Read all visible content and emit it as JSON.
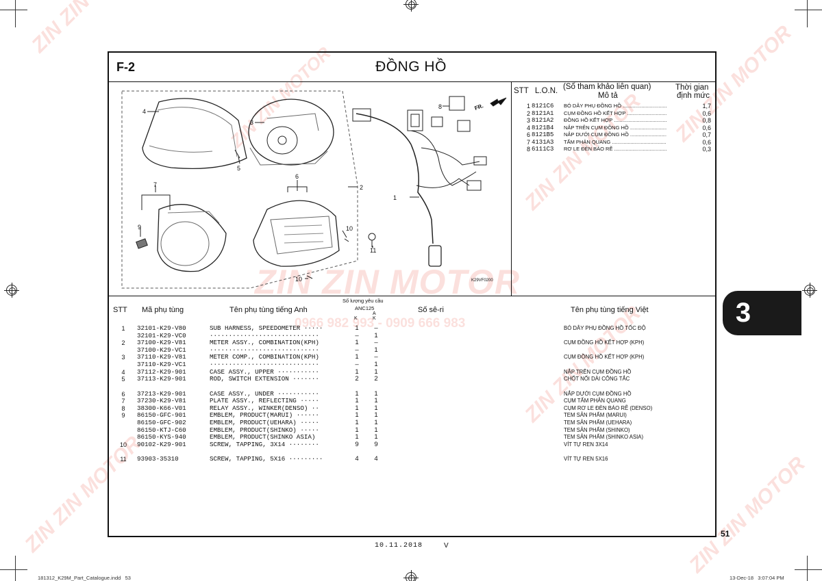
{
  "header": {
    "section_code": "F-2",
    "title": "ĐỒNG HỒ"
  },
  "diagram": {
    "callouts": [
      "1",
      "2",
      "3",
      "4",
      "5",
      "6",
      "7",
      "8",
      "9",
      "10",
      "10",
      "11"
    ],
    "direction_label": "FR.",
    "figure_code": "K29VF0200"
  },
  "reference_table": {
    "headers": {
      "stt": "STT",
      "lon": "L.O.N.",
      "desc_top": "(Số tham khảo liên quan)",
      "desc": "Mô tả",
      "time_top": "Thời gian",
      "time": "định mức"
    },
    "rows": [
      {
        "stt": "1",
        "lon": "8121C6",
        "desc": "BÓ DÂY PHỤ ĐỒNG HỒ",
        "time": "1,7"
      },
      {
        "stt": "2",
        "lon": "8121A1",
        "desc": "CỤM ĐỒNG HỒ KẾT HỢP",
        "time": "0,6"
      },
      {
        "stt": "3",
        "lon": "8121A2",
        "desc": "ĐỒNG HỒ KẾT HỢP",
        "time": "0,8"
      },
      {
        "stt": "4",
        "lon": "8121B4",
        "desc": "NẮP TRÊN CỤM ĐỒNG HỒ",
        "time": "0,6"
      },
      {
        "stt": "6",
        "lon": "8121B5",
        "desc": "NẮP DƯỚI CỤM ĐỒNG HỒ",
        "time": "0,7"
      },
      {
        "stt": "7",
        "lon": "4131A3",
        "desc": "TẤM PHẢN QUANG",
        "time": "0,6"
      },
      {
        "stt": "8",
        "lon": "6111C3",
        "desc": "RƠ LE ĐÈN BÁO RẼ",
        "time": "0,3"
      }
    ]
  },
  "parts_table": {
    "headers": {
      "stt": "STT",
      "part_no": "Mã phụ tùng",
      "name_en": "Tên phụ tùng tiếng Anh",
      "qty_title": "Số lượng yêu cầu",
      "model": "ANC125",
      "col_k": "K",
      "col_a": "A",
      "col_k2": "K",
      "serial": "Số sê-ri",
      "name_vn": "Tên phụ tùng tiếng Việt"
    },
    "rows": [
      {
        "stt": "1",
        "part_no": "32101-K29-V80",
        "name_en": "SUB HARNESS, SPEEDOMETER ·····",
        "k": "1",
        "a": "–",
        "name_vn": "BÓ DÂY PHỤ ĐỒNG HỒ TỐC ĐỘ"
      },
      {
        "stt": "",
        "part_no": "32101-K29-VC0",
        "name_en": "·····························",
        "k": "–",
        "a": "1",
        "name_vn": ""
      },
      {
        "stt": "2",
        "part_no": "37100-K29-V81",
        "name_en": "METER ASSY., COMBINATION(KPH)",
        "k": "1",
        "a": "–",
        "name_vn": "CỤM ĐỒNG HỒ KẾT HỢP (KPH)"
      },
      {
        "stt": "",
        "part_no": "37100-K29-VC1",
        "name_en": "·····························",
        "k": "–",
        "a": "1",
        "name_vn": ""
      },
      {
        "stt": "3",
        "part_no": "37110-K29-V81",
        "name_en": "METER COMP., COMBINATION(KPH)",
        "k": "1",
        "a": "–",
        "name_vn": "CỤM ĐỒNG HỒ KẾT HỢP (KPH)"
      },
      {
        "stt": "",
        "part_no": "37110-K29-VC1",
        "name_en": "·····························",
        "k": "–",
        "a": "1",
        "name_vn": ""
      },
      {
        "stt": "4",
        "part_no": "37112-K29-901",
        "name_en": "CASE ASSY., UPPER ···········",
        "k": "1",
        "a": "1",
        "name_vn": "NẮP TRÊN CỤM ĐỒNG HỒ"
      },
      {
        "stt": "5",
        "part_no": "37113-K29-901",
        "name_en": "ROD, SWITCH EXTENSION ·······",
        "k": "2",
        "a": "2",
        "name_vn": "CHỐT NỐI DÀI CÔNG TẮC"
      },
      {
        "stt": "6",
        "part_no": "37213-K29-901",
        "name_en": "CASE ASSY., UNDER ···········",
        "k": "1",
        "a": "1",
        "name_vn": "NẮP DƯỚI CỤM ĐỒNG HỒ"
      },
      {
        "stt": "7",
        "part_no": "37230-K29-V81",
        "name_en": "PLATE ASSY., REFLECTING ·····",
        "k": "1",
        "a": "1",
        "name_vn": "CỤM TẤM PHẢN QUANG"
      },
      {
        "stt": "8",
        "part_no": "38300-K66-V01",
        "name_en": "RELAY ASSY., WINKER(DENSO) ··",
        "k": "1",
        "a": "1",
        "name_vn": "CỤM RƠ LE ĐÈN BÁO RẼ (DENSO)"
      },
      {
        "stt": "9",
        "part_no": "86150-GFC-901",
        "name_en": "EMBLEM, PRODUCT(MARUI) ······",
        "k": "1",
        "a": "1",
        "name_vn": "TEM SẢN PHẨM (MARUI)"
      },
      {
        "stt": "",
        "part_no": "86150-GFC-902",
        "name_en": "EMBLEM, PRODUCT(UEHARA) ·····",
        "k": "1",
        "a": "1",
        "name_vn": "TEM SẢN PHẨM (UEHARA)"
      },
      {
        "stt": "",
        "part_no": "86150-KTJ-C60",
        "name_en": "EMBLEM, PRODUCT(SHINKO) ·····",
        "k": "1",
        "a": "1",
        "name_vn": "TEM SẢN PHẨM (SHINKO)"
      },
      {
        "stt": "",
        "part_no": "86150-KYS-940",
        "name_en": "EMBLEM, PRODUCT(SHINKO ASIA)",
        "k": "1",
        "a": "1",
        "name_vn": "TEM SẢN PHẨM (SHINKO ASIA)"
      },
      {
        "stt": "10",
        "part_no": "90102-K29-901",
        "name_en": "SCREW, TAPPING, 3X14 ········",
        "k": "9",
        "a": "9",
        "name_vn": "VÍT TỰ REN 3X14"
      },
      {
        "stt": "11",
        "part_no": "93903-35310",
        "name_en": "SCREW, TAPPING, 5X16 ·········",
        "k": "4",
        "a": "4",
        "name_vn": "VÍT TỰ REN 5X16"
      }
    ]
  },
  "side_tab": {
    "number": "3"
  },
  "page_number": "51",
  "footer": {
    "date_code": "10.11.2018",
    "version": "V",
    "file_name": "181312_K29M_Part_Catalogue.indd   53",
    "print_stamp": "13-Dec-18   3:07:04 PM"
  },
  "watermark": {
    "brand": "ZIN ZIN MOTOR",
    "phone": "0966 982 993 - 0909 666 983"
  }
}
